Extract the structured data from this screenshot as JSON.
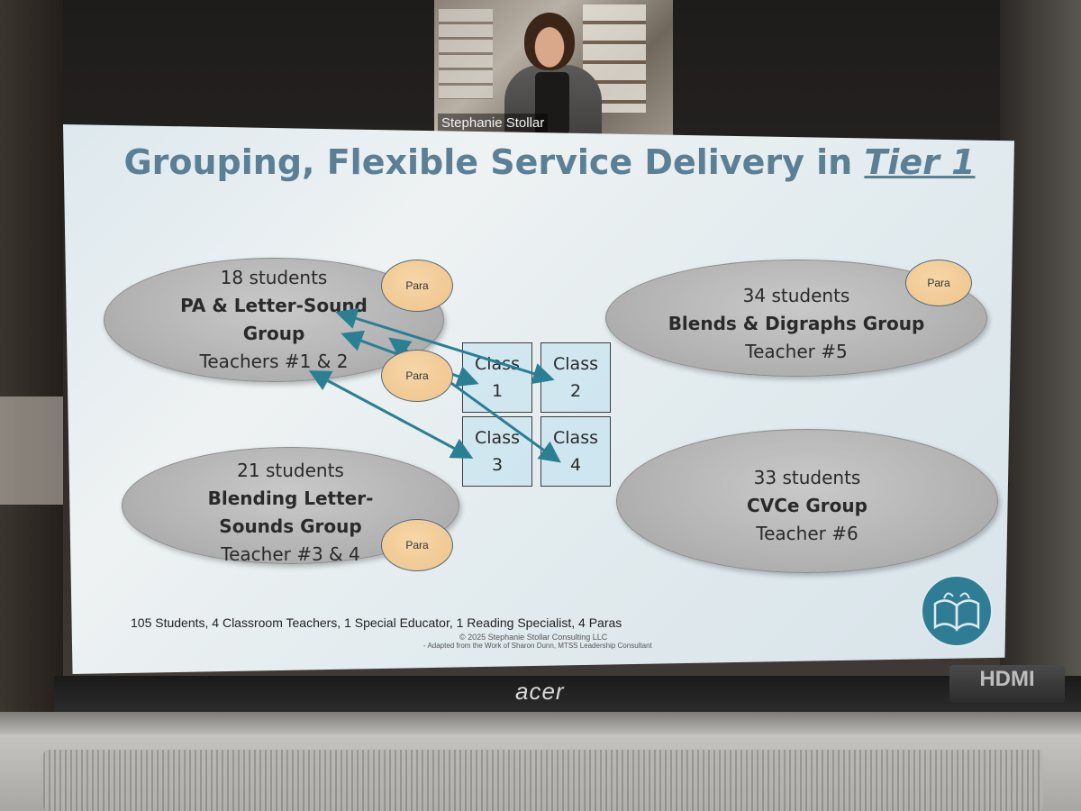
{
  "video": {
    "participant_name": "Stephanie Stollar"
  },
  "slide": {
    "title_main": "Grouping, Flexible Service Delivery in ",
    "title_tier": "Tier 1",
    "groups": [
      {
        "students": "18 students",
        "name_line1": "PA & Letter-Sound",
        "name_line2": "Group",
        "teachers": "Teachers #1 & 2"
      },
      {
        "students": "34 students",
        "name_line1": "Blends & Digraphs Group",
        "teachers": "Teacher #5"
      },
      {
        "students": "21 students",
        "name_line1": "Blending Letter-",
        "name_line2": "Sounds Group",
        "teachers": "Teacher #3 & 4"
      },
      {
        "students": "33 students",
        "name_line1": "CVCe Group",
        "teachers": "Teacher #6"
      }
    ],
    "para_label": "Para",
    "classes": [
      {
        "line1": "Class",
        "line2": "1"
      },
      {
        "line1": "Class",
        "line2": "2"
      },
      {
        "line1": "Class",
        "line2": "3"
      },
      {
        "line1": "Class",
        "line2": "4"
      }
    ],
    "footer_summary": "105 Students, 4 Classroom Teachers, 1 Special Educator, 1 Reading  Specialist, 4 Paras",
    "copyright": "© 2025 Stephanie Stollar Consulting LLC",
    "adapted": "- Adapted from the Work of Sharon Dunn, MTSS Leadership Consultant",
    "colors": {
      "title": "#5b7f95",
      "arrow": "#2b7f93",
      "para_fill": "#eec38a",
      "ellipse_fill": "#b3b3b3",
      "logo": "#2f7d95"
    },
    "icons": [
      "open-book-icon"
    ]
  },
  "device": {
    "brand": "acer",
    "port_label": "HDMI"
  }
}
